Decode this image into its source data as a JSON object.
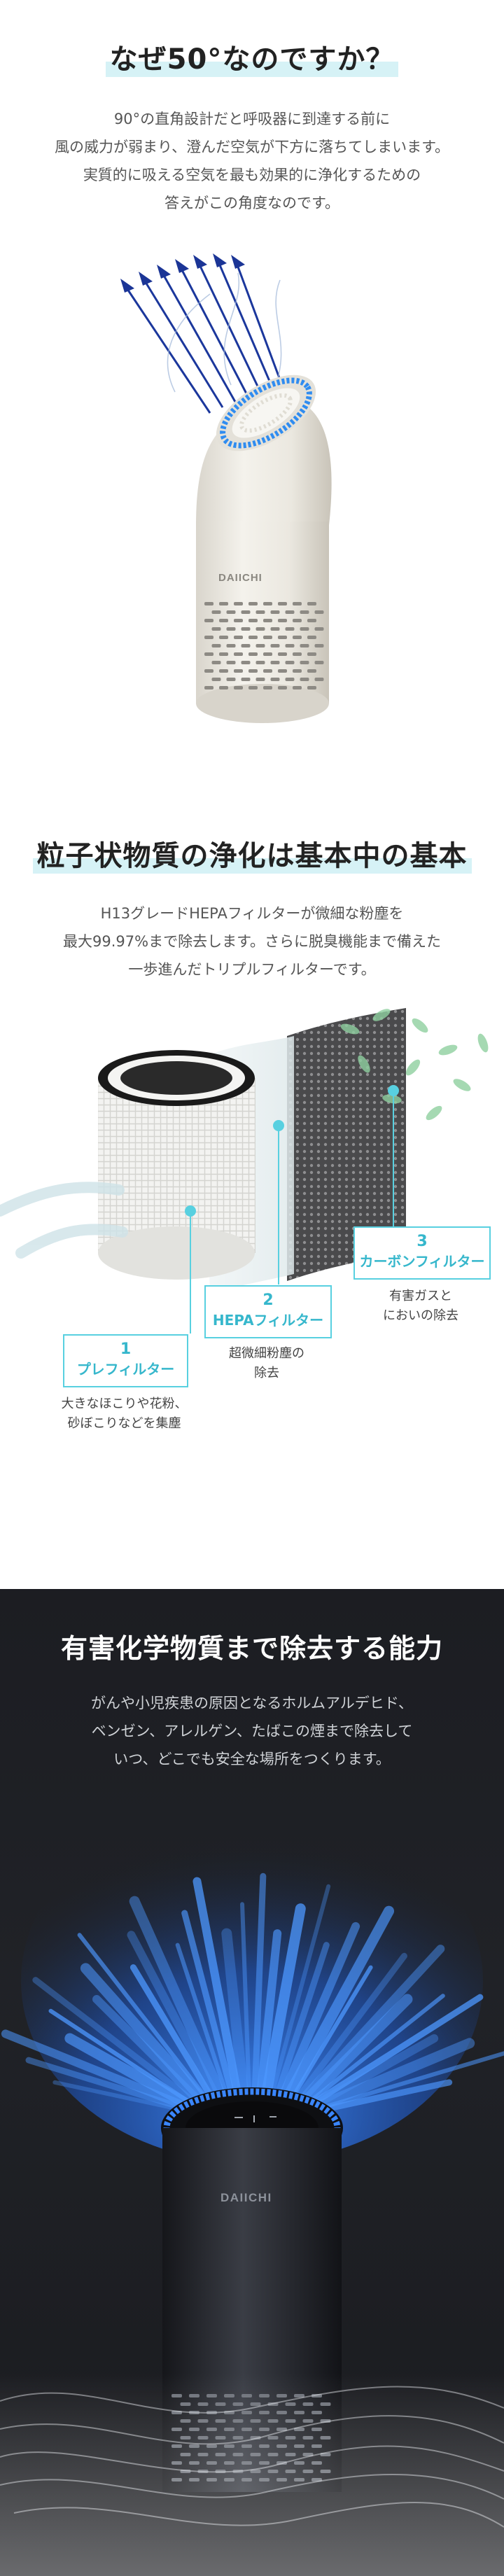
{
  "section1": {
    "title": "なぜ50°なのですか？",
    "lines": [
      "90°の直角設計だと呼吸器に到達する前に",
      "風の威力が弱まり、澄んだ空気が下方に落ちてしまいます。",
      "実質的に吸える空気を最も効果的に浄化するための",
      "答えがこの角度なのです。"
    ],
    "brand": "DAIICHI"
  },
  "section2": {
    "title": "粒子状物質の浄化は基本中の基本",
    "lines": [
      "H13グレードHEPAフィルターが微細な粉塵を",
      "最大99.97%まで除去します。さらに脱臭機能まで備えた",
      "一歩進んだトリプルフィルターです。"
    ],
    "filters": [
      {
        "num": "1",
        "name": "プレフィルター",
        "desc": [
          "大きなほこりや花粉、",
          "砂ぼこりなどを集塵"
        ]
      },
      {
        "num": "2",
        "name": "HEPAフィルター",
        "desc": [
          "超微細粉塵の",
          "除去"
        ]
      },
      {
        "num": "3",
        "name": "カーボンフィルター",
        "desc": [
          "有害ガスと",
          "においの除去"
        ]
      }
    ],
    "accent": "#58d0e0"
  },
  "section3": {
    "title": "有害化学物質まで除去する能力",
    "lines": [
      "がんや小児疾患の原因となるホルムアルデヒド、",
      "ベンゼン、アレルゲン、たばこの煙まで除去して",
      "いつ、どこでも安全な場所をつくります。"
    ],
    "brand": "DAIICHI",
    "glow": "#2a7bff"
  }
}
